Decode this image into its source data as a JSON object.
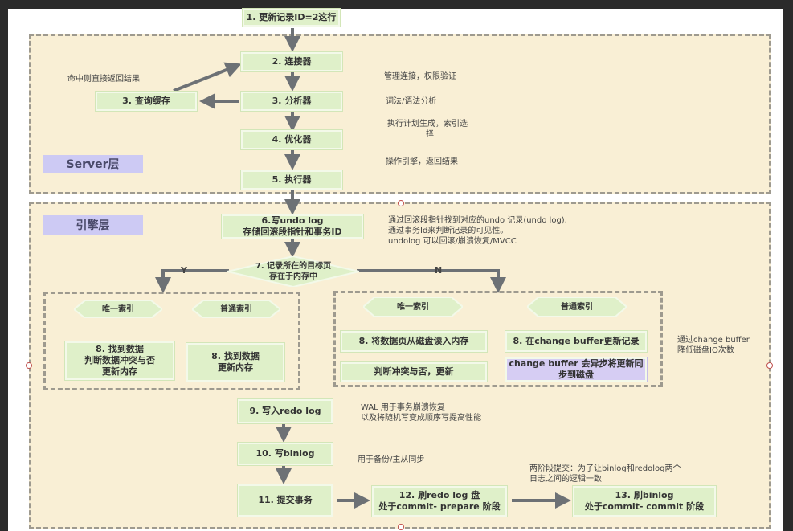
{
  "colors": {
    "background": "#2b2b2b",
    "canvas": "#ffffff",
    "zone_fill": "#f9efd5",
    "zone_border": "#9e9a8f",
    "step_fill": "#dff0c9",
    "tag_fill": "#cdcaf4",
    "highlight_fill": "#d6cdf3",
    "arrow": "#6d7175"
  },
  "layers": {
    "server": "Server层",
    "engine": "引擎层"
  },
  "steps": {
    "s1": "1. 更新记录ID=2这行",
    "s2": "2. 连接器",
    "s3": "3. 分析器",
    "s3_cache": "3. 查询缓存",
    "s4": "4. 优化器",
    "s5": "5. 执行器",
    "s6_line1": "6.写undo log",
    "s6_line2": "存储回滚段指针和事务ID",
    "s7_line1": "7. 记录所在的目标页",
    "s7_line2": "存在于内存中",
    "left_unique": "唯一索引",
    "left_normal": "普通索引",
    "left_unique_step_line1": "8. 找到数据",
    "left_unique_step_line2": "判断数据冲突与否",
    "left_unique_step_line3": "更新内存",
    "left_normal_step_line1": "8. 找到数据",
    "left_normal_step_line2": "更新内存",
    "right_unique": "唯一索引",
    "right_normal": "普通索引",
    "right_unique_step1": "8. 将数据页从磁盘读入内存",
    "right_unique_step2": "判断冲突与否，更新",
    "right_normal_step1": "8. 在change buffer更新记录",
    "right_normal_step2_line1": "change buffer 会异步将更新同",
    "right_normal_step2_line2": "步到磁盘",
    "s9": "9. 写入redo log",
    "s10": "10. 写binlog",
    "s11": "11. 提交事务",
    "s12_line1": "12. 刷redo log 盘",
    "s12_line2": "处于commit- prepare 阶段",
    "s13_line1": "13. 刷binlog",
    "s13_line2": "处于commit- commit 阶段"
  },
  "branch_labels": {
    "yes": "Y",
    "no": "N"
  },
  "notes": {
    "cache_hit": "命中则直接返回结果",
    "connector": "管理连接，权限验证",
    "analyzer": "词法/语法分析",
    "optimizer_line1": "执行计划生成，索引选",
    "optimizer_line2": "择",
    "executor": "操作引擎，返回结果",
    "undo_line1": "通过回滚段指针找到对应的undo 记录(undo log),",
    "undo_line2": "通过事务Id来判断记录的可见性。",
    "undo_line3": "undolog 可以回滚/崩溃恢复/MVCC",
    "change_buffer_line1": "通过change buffer",
    "change_buffer_line2": "降低磁盘IO次数",
    "redo_line1": "WAL 用于事务崩溃恢复",
    "redo_line2": "以及将随机写变成顺序写提高性能",
    "binlog": "用于备份/主从同步",
    "two_phase_line1": "两阶段提交：为了让binlog和redolog两个",
    "two_phase_line2": "日志之间的逻辑一致"
  }
}
